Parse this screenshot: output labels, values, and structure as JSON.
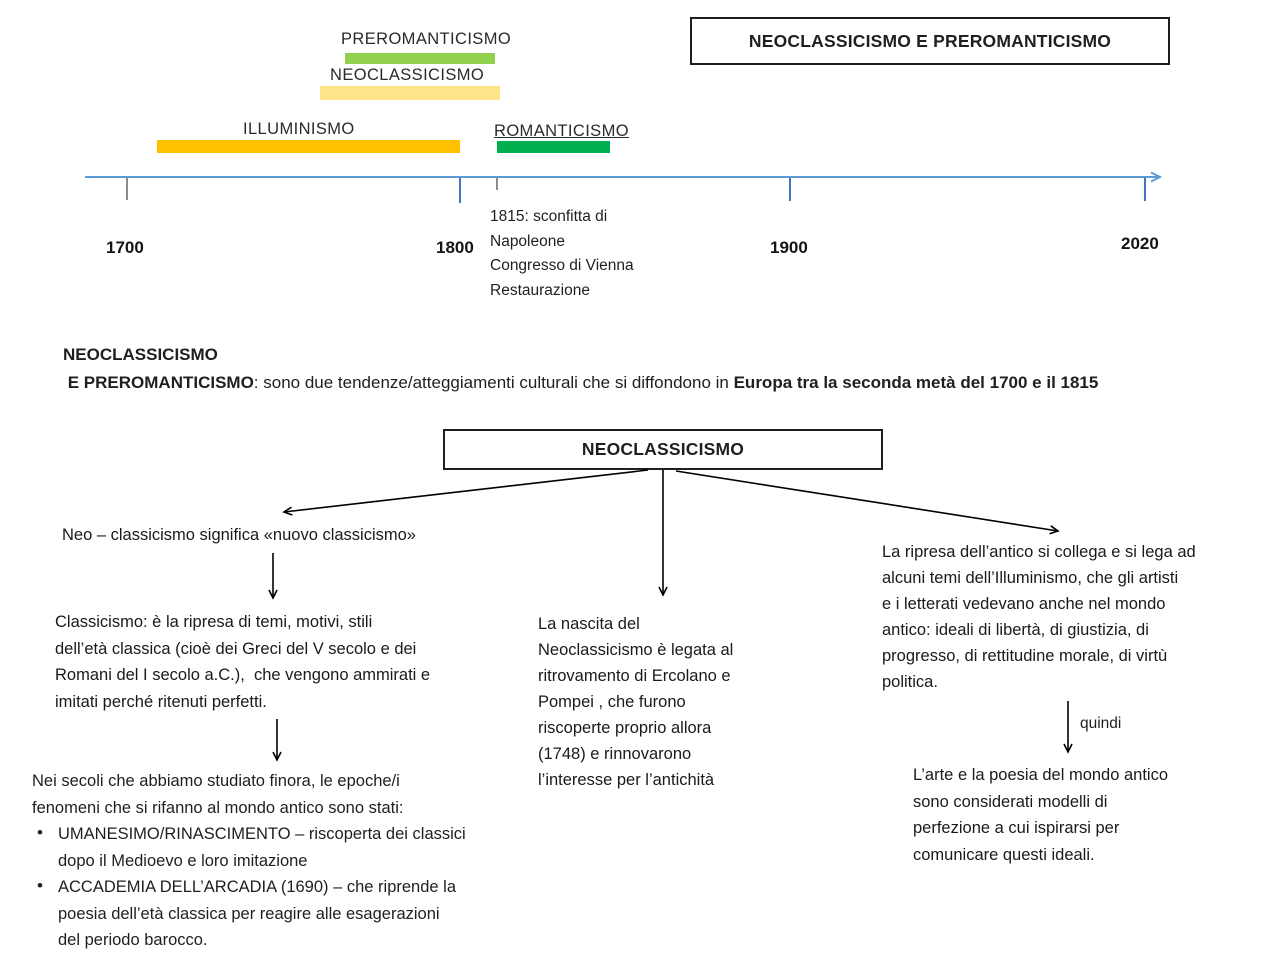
{
  "header": {
    "title": "NEOCLASSICISMO E PREROMANTICISMO"
  },
  "timeline": {
    "colors": {
      "axis": "#5B9BD5",
      "tick_blue": "#4472C4",
      "tick_gray": "#8C8C8C"
    },
    "bars": {
      "preromanticismo": {
        "label": "PREROMANTICISMO",
        "color": "#92D050"
      },
      "neoclassicismo": {
        "label": "NEOCLASSICISMO",
        "color": "#FFE48A"
      },
      "illuminismo": {
        "label": "ILLUMINISMO",
        "color": "#FFC000"
      },
      "romanticismo": {
        "label": "ROMANTICISMO",
        "color": "#00B050"
      }
    },
    "years": [
      "1700",
      "1800",
      "1900",
      "2020"
    ],
    "event_note": "1815: sconfitta di\nNapoleone\nCongresso di Vienna\nRestaurazione"
  },
  "intro": {
    "bold_line1": "NEOCLASSICISMO",
    "bold_start": " E PREROMANTICISMO",
    "regular_mid": ": sono due tendenze/atteggiamenti culturali che si diffondono in ",
    "bold_end": "Europa tra la seconda metà del 1700 e il 1815"
  },
  "concept": {
    "root_label": "NEOCLASSICISMO",
    "left": {
      "definition": "Neo – classicismo significa «nuovo classicismo»",
      "classicismo": "Classicismo: è la ripresa di temi, motivi, stili\ndell’età classica (cioè dei Greci del V secolo e dei\nRomani del I secolo a.C.),  che vengono ammirati e\nimitati perché ritenuti perfetti.",
      "history_intro": "Nei secoli che abbiamo studiato finora, le epoche/i\nfenomeni che si rifanno al mondo antico sono stati:",
      "bullets": [
        "UMANESIMO/RINASCIMENTO – riscoperta dei classici\ndopo il Medioevo e loro imitazione",
        "ACCADEMIA DELL’ARCADIA (1690) – che riprende la\npoesia dell’età classica per reagire alle esagerazioni\ndel periodo barocco."
      ]
    },
    "center": {
      "nascita": "La nascita del\nNeoclassicismo è legata al\nritrovamento di Ercolano e\nPompei , che furono\nriscoperte proprio allora\n(1748) e rinnovarono\nl’interesse per l’antichità"
    },
    "right": {
      "ripresa": "La ripresa dell’antico si collega e si lega ad\nalcuni temi dell’Illuminismo, che gli artisti\ne i letterati vedevano anche nel mondo\nantico: ideali di libertà, di giustizia, di\nprogresso, di rettitudine morale, di virtù\npolitica.",
      "quindi_label": "quindi",
      "arte": "L’arte e la poesia del mondo antico\nsono considerati modelli di\nperfezione a cui ispirarsi per\ncomunicare questi ideali."
    }
  }
}
